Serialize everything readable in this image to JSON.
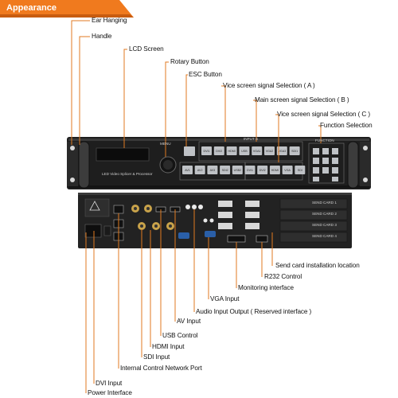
{
  "banner": {
    "title": "Appearance",
    "color": "#f07a1e"
  },
  "front_panel": {
    "model_caption": "LED Video Splicer & Processor",
    "menu_label": "MENU",
    "input_label": "INPUT S",
    "function_label": "FUNCTION",
    "row1_buttons": [
      "DVI1",
      "DVI2",
      "HDMI",
      "USB",
      "VGA1",
      "VGA2",
      "VGA3",
      "SDI1"
    ],
    "row2_buttons": [
      "AV1",
      "AV2",
      "AV3",
      "SDI2",
      "USB2",
      "DVI1",
      "DVI2",
      "HDMI",
      "VGA",
      "SDI"
    ]
  },
  "back_panel": {
    "card_labels": [
      "SEND CARD 1",
      "SEND CARD 2",
      "SEND CARD 3",
      "SEND CARD 4"
    ]
  },
  "labels": {
    "ear_hanging": "Ear Hanging",
    "handle": "Handle",
    "lcd_screen": "LCD Screen",
    "rotary_button": "Rotary Button",
    "esc_button": "ESC Button",
    "vice_a": "Vice screen signal Selection ( A )",
    "main_b": "Main screen signal Selection ( B )",
    "vice_c": "Vice screen signal Selection ( C )",
    "function_selection": "Function Selection",
    "send_card": "Send card installation location",
    "r232": "R232 Control",
    "monitoring": "Monitoring interface",
    "vga_input": "VGA Input",
    "audio_io": "Audio Input Output ( Reserved interface )",
    "av_input": "AV Input",
    "usb_control": "USB Control",
    "hdmi_input": "HDMI Input",
    "sdi_input": "SDI Input",
    "internal_network": "Internal Control Network Port",
    "dvi_input": "DVI Input",
    "power_interface": "Power Interface"
  },
  "colors": {
    "leader": "#e07a20",
    "device": "#1e1e1e",
    "panel": "#2c2c2c",
    "button": "#bfc2c6"
  }
}
